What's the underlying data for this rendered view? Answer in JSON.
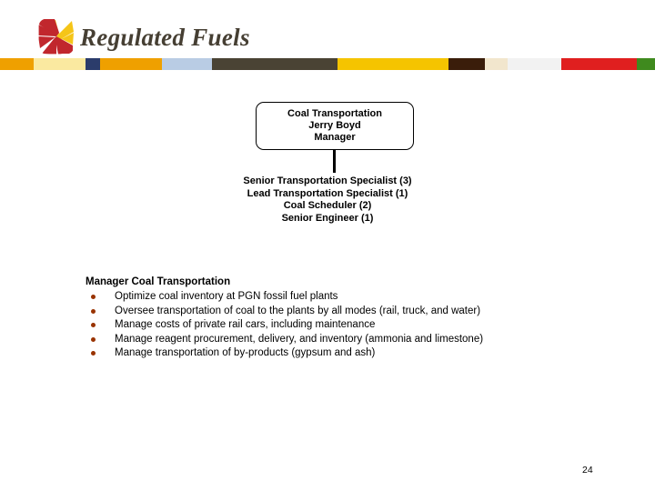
{
  "header": {
    "title": "Regulated Fuels",
    "title_color": "#463f33",
    "logo_name": "pinwheel-swirl-logo",
    "logo_colors": {
      "red": "#c1272d",
      "yellow": "#f5c518"
    }
  },
  "color_stripe": {
    "segments": [
      {
        "name": "orange",
        "color": "#efa000",
        "width": 37
      },
      {
        "name": "pale-yellow",
        "color": "#fae9a0",
        "width": 57
      },
      {
        "name": "navy-blue",
        "color": "#2b3c6b",
        "width": 16
      },
      {
        "name": "orange-2",
        "color": "#efa000",
        "width": 68
      },
      {
        "name": "light-blue",
        "color": "#b9cce4",
        "width": 55
      },
      {
        "name": "dark-olive",
        "color": "#4a4334",
        "width": 138
      },
      {
        "name": "golden",
        "color": "#f5c400",
        "width": 122
      },
      {
        "name": "dark-brown",
        "color": "#3a1d0a",
        "width": 40
      },
      {
        "name": "cream",
        "color": "#f2e6cd",
        "width": 25
      },
      {
        "name": "off-white",
        "color": "#f2f2f2",
        "width": 59
      },
      {
        "name": "red",
        "color": "#e01f1f",
        "width": 83
      },
      {
        "name": "green",
        "color": "#3f8a1e",
        "width": 20
      }
    ]
  },
  "org_chart": {
    "box": {
      "lines": [
        "Coal Transportation",
        "Jerry Boyd",
        "Manager"
      ]
    },
    "roles": [
      "Senior Transportation Specialist (3)",
      "Lead Transportation Specialist (1)",
      "Coal Scheduler (2)",
      "Senior Engineer (1)"
    ]
  },
  "duties": {
    "heading": "Manager Coal Transportation",
    "bullet_color": "#993300",
    "items": [
      "Optimize coal inventory at PGN fossil fuel plants",
      "Oversee transportation of coal to the plants by all modes (rail, truck, and water)",
      "Manage costs of private rail cars, including maintenance",
      "Manage reagent procurement, delivery, and inventory (ammonia and limestone)",
      "Manage transportation of by-products (gypsum and ash)"
    ]
  },
  "footer": {
    "page_number": "24"
  }
}
